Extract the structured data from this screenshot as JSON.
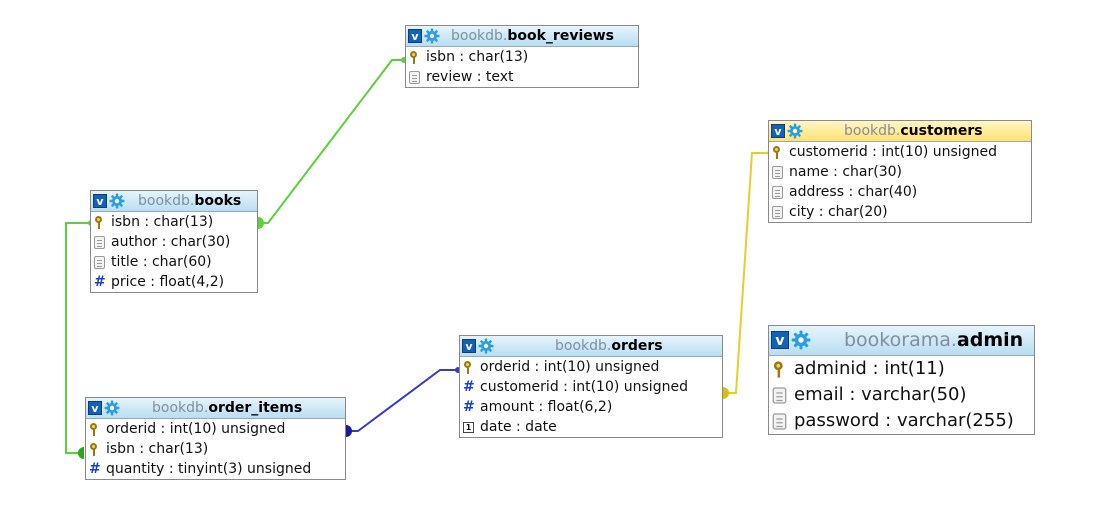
{
  "tables": [
    {
      "id": "book_reviews",
      "db": "bookdb.",
      "name": "book_reviews",
      "selected": false,
      "columns": [
        {
          "type": "key",
          "text": "isbn : char(13)"
        },
        {
          "type": "col",
          "text": "review : text"
        }
      ]
    },
    {
      "id": "customers",
      "db": "bookdb.",
      "name": "customers",
      "selected": true,
      "columns": [
        {
          "type": "key",
          "text": "customerid : int(10) unsigned"
        },
        {
          "type": "col",
          "text": "name : char(30)"
        },
        {
          "type": "col",
          "text": "address : char(40)"
        },
        {
          "type": "col",
          "text": "city : char(20)"
        }
      ]
    },
    {
      "id": "books",
      "db": "bookdb.",
      "name": "books",
      "selected": false,
      "columns": [
        {
          "type": "key",
          "text": "isbn : char(13)"
        },
        {
          "type": "col",
          "text": "author : char(30)"
        },
        {
          "type": "col",
          "text": "title : char(60)"
        },
        {
          "type": "num",
          "text": "price : float(4,2)"
        }
      ]
    },
    {
      "id": "orders",
      "db": "bookdb.",
      "name": "orders",
      "selected": false,
      "columns": [
        {
          "type": "key",
          "text": "orderid : int(10) unsigned"
        },
        {
          "type": "num",
          "text": "customerid : int(10) unsigned"
        },
        {
          "type": "num",
          "text": "amount : float(6,2)"
        },
        {
          "type": "date",
          "text": "date : date"
        }
      ]
    },
    {
      "id": "admin",
      "db": "bookorama.",
      "name": "admin",
      "selected": false,
      "columns": [
        {
          "type": "key",
          "text": "adminid : int(11)"
        },
        {
          "type": "col",
          "text": "email : varchar(50)"
        },
        {
          "type": "col",
          "text": "password : varchar(255)"
        }
      ]
    },
    {
      "id": "order_items",
      "db": "bookdb.",
      "name": "order_items",
      "selected": false,
      "columns": [
        {
          "type": "key",
          "text": "orderid : int(10) unsigned"
        },
        {
          "type": "key",
          "text": "isbn : char(13)"
        },
        {
          "type": "num",
          "text": "quantity : tinyint(3) unsigned"
        }
      ]
    }
  ],
  "header_v_glyph": "v",
  "relations": [
    {
      "from": "books.isbn",
      "to": "book_reviews.isbn",
      "color": "#5ccf3c"
    },
    {
      "from": "books.isbn",
      "to": "order_items.isbn",
      "color": "#5ccf3c"
    },
    {
      "from": "orders.orderid",
      "to": "order_items.orderid",
      "color": "#3a3ac2"
    },
    {
      "from": "customers.customerid",
      "to": "orders.customerid",
      "color": "#e3cf2a"
    }
  ]
}
